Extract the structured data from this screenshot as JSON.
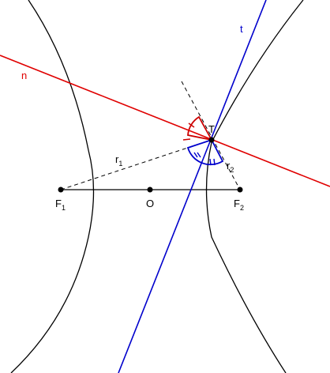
{
  "labels": {
    "normal": "n",
    "tangent": "t",
    "point_t": "T",
    "r1_main": "r",
    "r1_sub": "1",
    "r2_main": "r",
    "r2_sub": "2",
    "f1_main": "F",
    "f1_sub": "1",
    "origin": "O",
    "f2_main": "F",
    "f2_sub": "2"
  },
  "colors": {
    "normal": "#e00000",
    "tangent": "#0000cc",
    "curve": "#000000",
    "angle_red": "#cc0000",
    "angle_blue": "#0000cc"
  }
}
